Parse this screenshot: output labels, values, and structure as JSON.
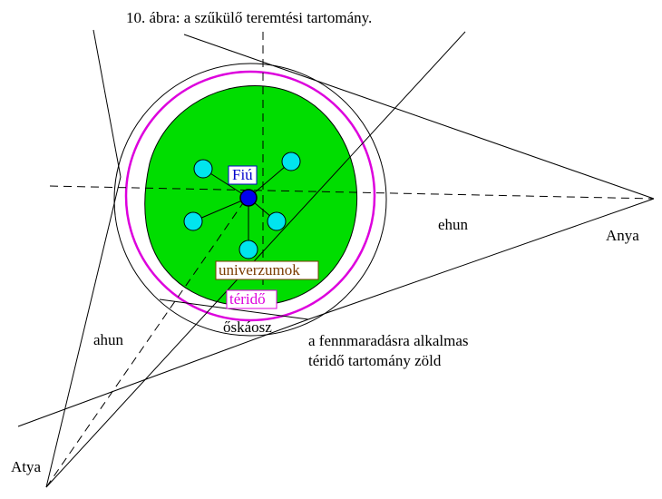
{
  "title": "10. ábra: a szűkülő teremtési tartomány.",
  "labels": {
    "fiu": "Fiú",
    "univerzumok": "univerzumok",
    "terido": "téridő",
    "oskaosz": "őskáosz",
    "ehun": "ehun",
    "ahun": "ahun",
    "anya": "Anya",
    "atya": "Atya",
    "note_line1": "a fennmaradásra alkalmas",
    "note_line2": "téridő tartomány zöld"
  },
  "colors": {
    "green_region": "#00dd00",
    "magenta_circle": "#dd00dd",
    "outer_circle": "#000000",
    "small_circles": "#00e5ee",
    "center_dot": "#0000ee",
    "fiu_text": "#0000cc",
    "univerzumok_text": "#7a3b00",
    "terido_text": "#dd00dd",
    "lines": "#000000"
  }
}
